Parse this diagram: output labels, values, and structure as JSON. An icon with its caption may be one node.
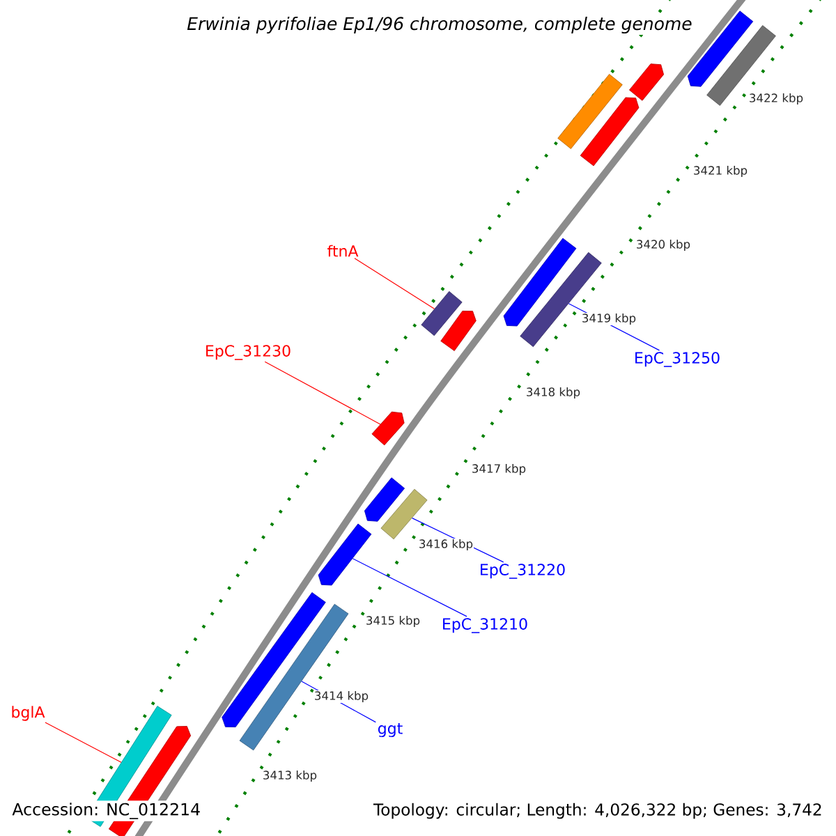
{
  "diagram": {
    "title": "Erwinia pyrifoliae Ep1/96 chromosome, complete genome",
    "nodes": [
      {
        "text": [],
        "shape": "bar"
      },
      {
        "text": [],
        "shape": "bar"
      },
      {
        "text": [],
        "shape": "bar"
      },
      {
        "text": [],
        "shape": "bar"
      },
      {
        "text": [],
        "shape": "bar"
      },
      {
        "text": [],
        "shape": "bar"
      },
      {
        "text": [
          "ftnA"
        ]
      },
      {
        "text": [],
        "shape": "bar"
      },
      {
        "text": [],
        "shape": "bar"
      },
      {
        "text": [],
        "shape": "bar"
      },
      {
        "text": [
          "EpC_31230"
        ]
      },
      {
        "text": [
          "EpC_31250"
        ]
      },
      {
        "text": [],
        "shape": "bar"
      },
      {
        "text": [],
        "shape": "bar"
      },
      {
        "text": [],
        "shape": "bar"
      },
      {
        "text": [],
        "shape": "bar"
      },
      {
        "text": [
          "EpC_31220"
        ]
      },
      {
        "text": [],
        "shape": "bar"
      },
      {
        "text": [],
        "shape": "bar"
      },
      {
        "text": [
          "EpC_31210"
        ]
      },
      {
        "text": [
          "bglA"
        ]
      },
      {
        "text": [],
        "shape": "bar"
      },
      {
        "text": [
          "ggt"
        ]
      },
      {
        "text": [],
        "shape": "bar"
      }
    ],
    "edges": [
      {
        "from": 6,
        "to": 8,
        "arrow": "none",
        "color": "#ff0000"
      },
      {
        "from": 10,
        "to": 12,
        "arrow": "none",
        "color": "#ff0000"
      },
      {
        "from": 11,
        "to": 7,
        "arrow": "none",
        "color": "#0000ff"
      },
      {
        "from": 16,
        "to": 14,
        "arrow": "none",
        "color": "#0000ff"
      },
      {
        "from": 19,
        "to": 15,
        "arrow": "none",
        "color": "#0000ff"
      },
      {
        "from": 22,
        "to": 18,
        "arrow": "none",
        "color": "#0000ff"
      },
      {
        "from": 20,
        "to": 21,
        "arrow": "none",
        "color": "#ff0000"
      }
    ],
    "labels": [
      "3422 kbp",
      "3421 kbp",
      "3420 kbp",
      "3419 kbp",
      "3418 kbp",
      "3417 kbp",
      "3416 kbp",
      "3415 kbp",
      "3414 kbp",
      "3413 kbp",
      "Accession: NC_012214",
      "Topology: circular; Length: 4,026,322 bp; Genes: 3,742"
    ]
  }
}
